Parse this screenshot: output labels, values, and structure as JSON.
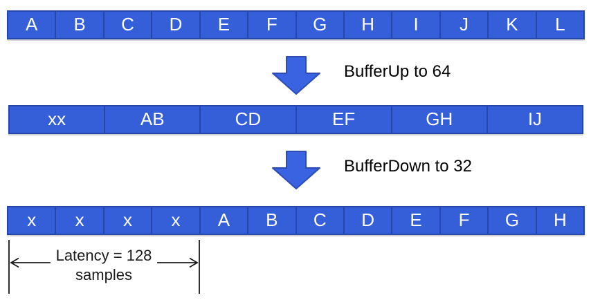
{
  "colors": {
    "background": "#ffffff",
    "cell_fill": "#355fd8",
    "cell_border": "#2746a9",
    "cell_text": "#ffffff",
    "arrow_fill": "#3a63e2",
    "arrow_border": "#2c4cb3",
    "label_text": "#000000",
    "annotation": "#1a1a1a"
  },
  "rows": {
    "top": {
      "cells": [
        "A",
        "B",
        "C",
        "D",
        "E",
        "F",
        "G",
        "H",
        "I",
        "J",
        "K",
        "L"
      ]
    },
    "middle": {
      "cells": [
        "xx",
        "AB",
        "CD",
        "EF",
        "GH",
        "IJ"
      ]
    },
    "bottom": {
      "cells": [
        "x",
        "x",
        "x",
        "x",
        "A",
        "B",
        "C",
        "D",
        "E",
        "F",
        "G",
        "H"
      ]
    }
  },
  "steps": {
    "buffer_up": {
      "label": "BufferUp to 64"
    },
    "buffer_down": {
      "label": "BufferDown to 32"
    }
  },
  "latency": {
    "line1": "Latency = 128",
    "line2": "samples"
  }
}
